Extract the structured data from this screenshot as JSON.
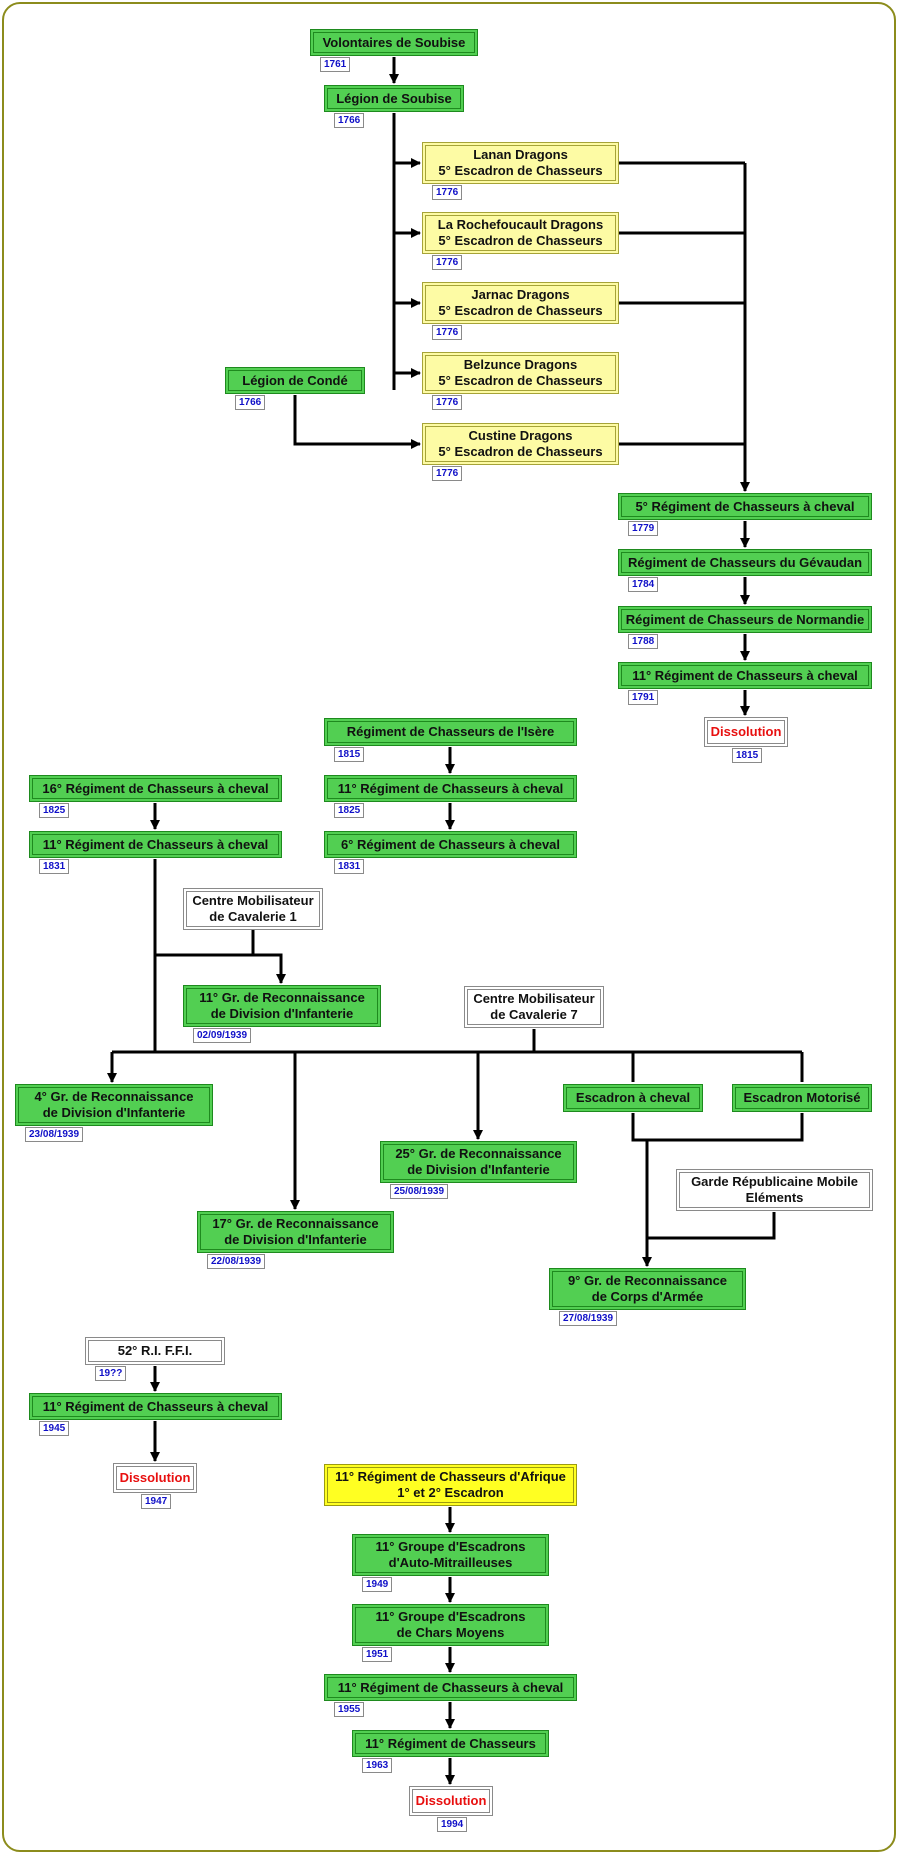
{
  "colors": {
    "green_fill": "#52cf52",
    "green_border": "#1e8a1e",
    "pale_yellow_fill": "#fdfba4",
    "yellow_fill": "#ffff22",
    "dissolution_text": "#e80f0f",
    "date_text": "#1010c8",
    "frame_border": "#8c8c1c"
  },
  "nodes": [
    {
      "id": "volontaires-soubise",
      "line1": "Volontaires de Soubise",
      "date": "1761",
      "style": "green"
    },
    {
      "id": "legion-soubise",
      "line1": "Légion de Soubise",
      "date": "1766",
      "style": "green"
    },
    {
      "id": "lanan-dragons",
      "line1": "Lanan Dragons",
      "line2": "5° Escadron de Chasseurs",
      "date": "1776",
      "style": "paleyellow"
    },
    {
      "id": "larochefoucault-dragons",
      "line1": "La Rochefoucault Dragons",
      "line2": "5° Escadron de Chasseurs",
      "date": "1776",
      "style": "paleyellow"
    },
    {
      "id": "jarnac-dragons",
      "line1": "Jarnac Dragons",
      "line2": "5° Escadron de Chasseurs",
      "date": "1776",
      "style": "paleyellow"
    },
    {
      "id": "belzunce-dragons",
      "line1": "Belzunce Dragons",
      "line2": "5° Escadron de Chasseurs",
      "date": "1776",
      "style": "paleyellow"
    },
    {
      "id": "legion-conde",
      "line1": "Légion de Condé",
      "date": "1766",
      "style": "green"
    },
    {
      "id": "custine-dragons",
      "line1": "Custine Dragons",
      "line2": "5° Escadron de Chasseurs",
      "date": "1776",
      "style": "paleyellow"
    },
    {
      "id": "5e-rca-1779",
      "line1": "5° Régiment de Chasseurs à cheval",
      "date": "1779",
      "style": "green"
    },
    {
      "id": "rc-gevaudan",
      "line1": "Régiment de Chasseurs du Gévaudan",
      "date": "1784",
      "style": "green"
    },
    {
      "id": "rc-normandie",
      "line1": "Régiment de Chasseurs de Normandie",
      "date": "1788",
      "style": "green"
    },
    {
      "id": "11e-rca-1791",
      "line1": "11° Régiment de Chasseurs à cheval",
      "date": "1791",
      "style": "green"
    },
    {
      "id": "dissolution-1815",
      "line1": "Dissolution",
      "date": "1815",
      "style": "white red"
    },
    {
      "id": "rc-isere",
      "line1": "Régiment de Chasseurs de l'Isère",
      "date": "1815",
      "style": "green"
    },
    {
      "id": "11e-rca-1825",
      "line1": "11° Régiment de Chasseurs à cheval",
      "date": "1825",
      "style": "green"
    },
    {
      "id": "6e-rca-1831",
      "line1": "6° Régiment de Chasseurs à cheval",
      "date": "1831",
      "style": "green"
    },
    {
      "id": "16e-rca-1825",
      "line1": "16° Régiment de Chasseurs à cheval",
      "date": "1825",
      "style": "green"
    },
    {
      "id": "11e-rca-1831",
      "line1": "11° Régiment de Chasseurs à cheval",
      "date": "1831",
      "style": "green"
    },
    {
      "id": "cm-cavalerie-1",
      "line1": "Centre Mobilisateur",
      "line2": "de Cavalerie 1",
      "style": "white"
    },
    {
      "id": "11e-grdi",
      "line1": "11° Gr. de Reconnaissance",
      "line2": "de Division d'Infanterie",
      "date": "02/09/1939",
      "style": "green"
    },
    {
      "id": "cm-cavalerie-7",
      "line1": "Centre Mobilisateur",
      "line2": "de Cavalerie 7",
      "style": "white"
    },
    {
      "id": "4e-grdi",
      "line1": "4° Gr. de Reconnaissance",
      "line2": "de Division d'Infanterie",
      "date": "23/08/1939",
      "style": "green"
    },
    {
      "id": "escadron-cheval",
      "line1": "Escadron à cheval",
      "style": "green"
    },
    {
      "id": "escadron-motorise",
      "line1": "Escadron Motorisé",
      "style": "green"
    },
    {
      "id": "25e-grdi",
      "line1": "25° Gr. de Reconnaissance",
      "line2": "de Division d'Infanterie",
      "date": "25/08/1939",
      "style": "green"
    },
    {
      "id": "garde-republicaine",
      "line1": "Garde Républicaine Mobile",
      "line2": "Eléments",
      "style": "white"
    },
    {
      "id": "17e-grdi",
      "line1": "17° Gr. de Reconnaissance",
      "line2": "de Division d'Infanterie",
      "date": "22/08/1939",
      "style": "green"
    },
    {
      "id": "9e-grca",
      "line1": "9° Gr. de Reconnaissance",
      "line2": "de Corps d'Armée",
      "date": "27/08/1939",
      "style": "green"
    },
    {
      "id": "52e-ri-ffi",
      "line1": "52° R.I. F.F.I.",
      "date": "19??",
      "style": "white"
    },
    {
      "id": "11e-rca-1945",
      "line1": "11° Régiment de Chasseurs à cheval",
      "date": "1945",
      "style": "green"
    },
    {
      "id": "dissolution-1947",
      "line1": "Dissolution",
      "date": "1947",
      "style": "white red"
    },
    {
      "id": "11e-rc-afrique",
      "line1": "11° Régiment de Chasseurs d'Afrique",
      "line2": "1° et 2° Escadron",
      "style": "yellow"
    },
    {
      "id": "11e-gea-auto",
      "line1": "11° Groupe d'Escadrons",
      "line2": "d'Auto-Mitrailleuses",
      "date": "1949",
      "style": "green"
    },
    {
      "id": "11e-ge-chars",
      "line1": "11° Groupe d'Escadrons",
      "line2": "de Chars Moyens",
      "date": "1951",
      "style": "green"
    },
    {
      "id": "11e-rca-1955",
      "line1": "11° Régiment de Chasseurs à cheval",
      "date": "1955",
      "style": "green"
    },
    {
      "id": "11e-rc-1963",
      "line1": "11° Régiment de Chasseurs",
      "date": "1963",
      "style": "green"
    },
    {
      "id": "dissolution-1994",
      "line1": "Dissolution",
      "date": "1994",
      "style": "white red"
    }
  ]
}
